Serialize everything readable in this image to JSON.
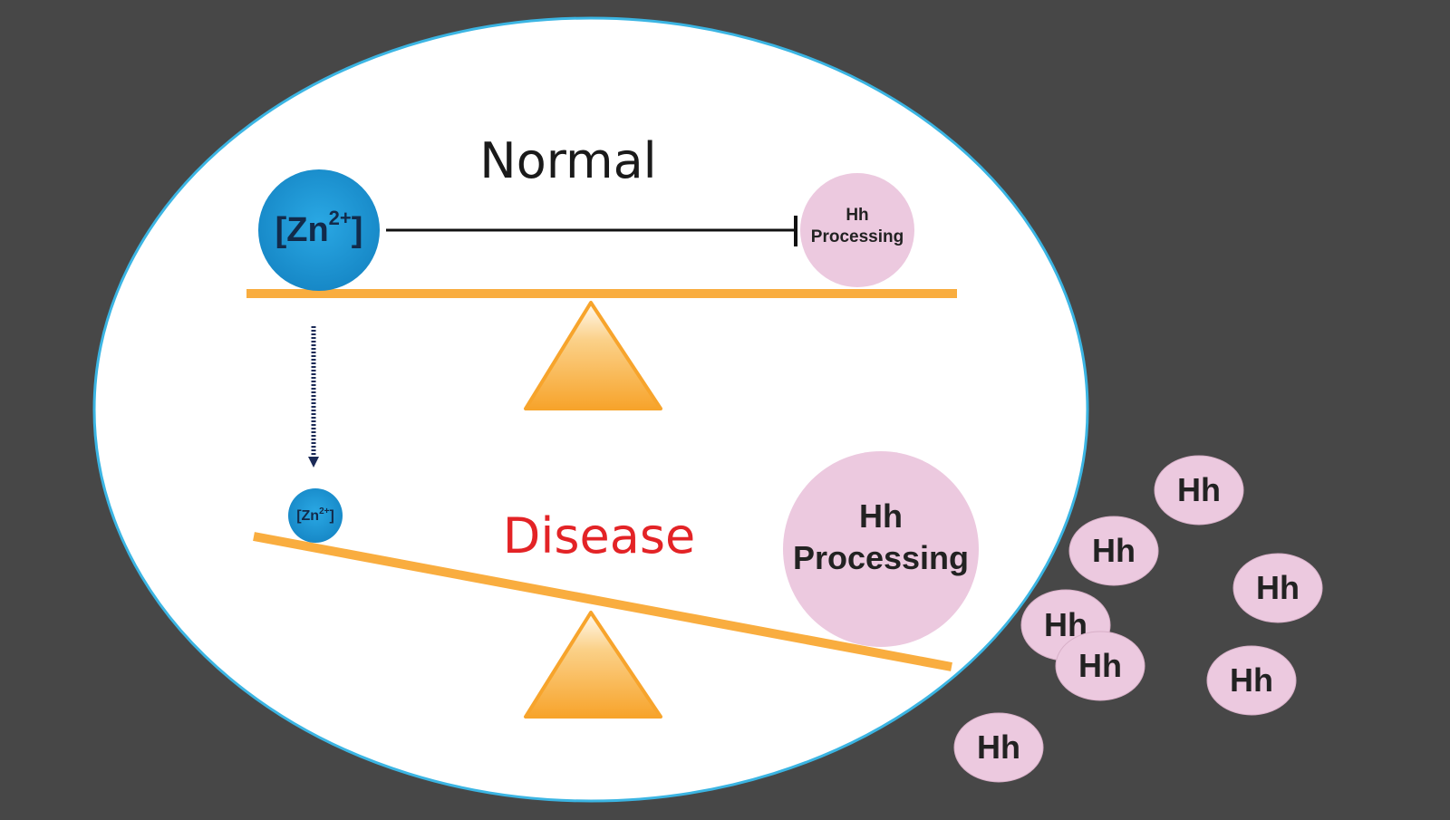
{
  "diagram": {
    "normal": {
      "title": "Normal",
      "zinc_label_base": "[Zn",
      "zinc_label_sup": "2+",
      "zinc_label_end": "]",
      "hh_label_line1": "Hh",
      "hh_label_line2": "Processing"
    },
    "disease": {
      "title": "Disease",
      "zinc_label_base": "[Zn",
      "zinc_label_sup": "2+",
      "zinc_label_end": "]",
      "hh_label_line1": "Hh",
      "hh_label_line2": "Processing"
    },
    "released_hh": [
      "Hh",
      "Hh",
      "Hh",
      "Hh",
      "Hh",
      "Hh",
      "Hh"
    ]
  },
  "colors": {
    "background": "#474747",
    "cell_fill": "#ffffff",
    "cell_border": "#3bb5e3",
    "zinc": "#1c9ad6",
    "hh": "#ecc9df",
    "seesaw": "#f9ad3f",
    "normal_title": "#1a1a1a",
    "disease_title": "#e32326",
    "inhibit_line": "#111111",
    "arrow": "#1b2a57"
  }
}
